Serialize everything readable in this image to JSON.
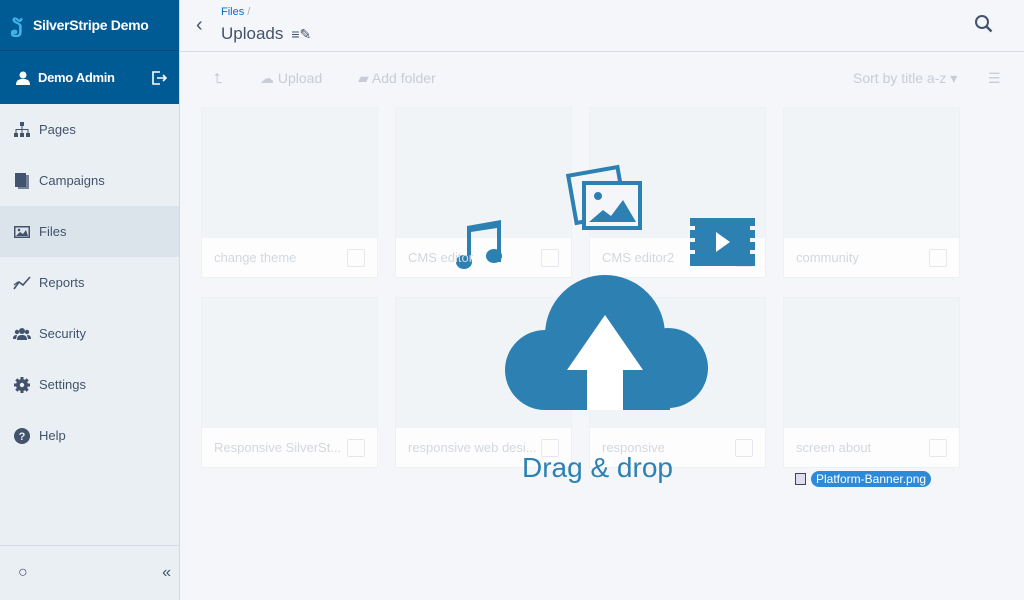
{
  "app": {
    "brand": "SilverStripe Demo",
    "user": "Demo Admin"
  },
  "sidebar": {
    "items": [
      {
        "label": "Pages",
        "icon": "sitemap-icon"
      },
      {
        "label": "Campaigns",
        "icon": "campaigns-icon"
      },
      {
        "label": "Files",
        "icon": "image-icon",
        "active": true
      },
      {
        "label": "Reports",
        "icon": "chart-icon"
      },
      {
        "label": "Security",
        "icon": "users-icon"
      },
      {
        "label": "Settings",
        "icon": "gear-icon"
      },
      {
        "label": "Help",
        "icon": "help-icon"
      }
    ],
    "collapse": "«",
    "status": "○"
  },
  "header": {
    "breadcrumb": "Files",
    "separator": "/",
    "title": "Uploads",
    "edit_icon": "≡✎"
  },
  "toolbar": {
    "up": "⮤",
    "upload": "Upload",
    "add_folder": "Add folder",
    "sort": "Sort by title a-z ▾",
    "view": "☰"
  },
  "files": [
    "change theme",
    "CMS editor",
    "CMS editor2",
    "community",
    "Responsive SilverSt...",
    "responsive web desi...",
    "responsive",
    "screen about"
  ],
  "dropzone": {
    "label": "Drag & drop",
    "dragging_file": "Platform-Banner.png"
  },
  "colors": {
    "brand": "#005a93",
    "accent": "#2d80b2"
  }
}
